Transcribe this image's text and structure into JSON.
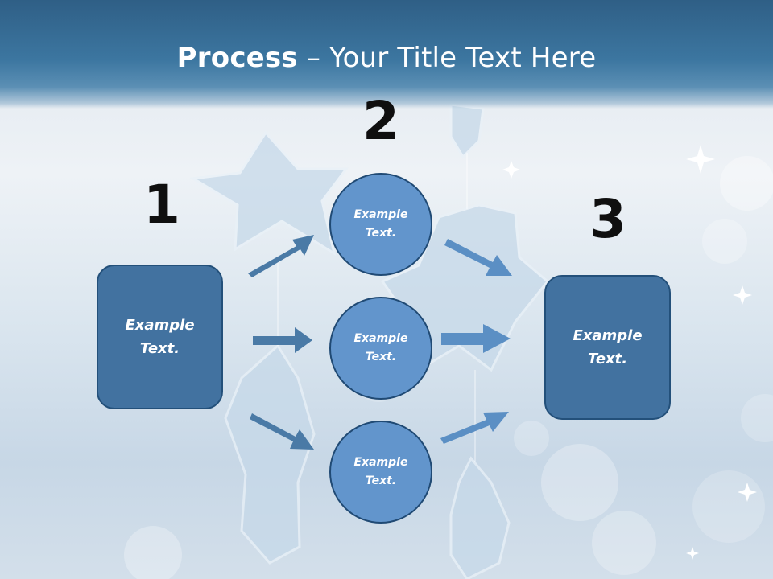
{
  "title": {
    "bold": "Process",
    "dash": "–",
    "rest": "Your Title Text Here"
  },
  "steps": [
    {
      "number": "1",
      "label": "Example\nText."
    },
    {
      "number": "2"
    },
    {
      "number": "3",
      "label": "Example\nText."
    }
  ],
  "circles": [
    {
      "label": "Example\nText."
    },
    {
      "label": "Example\nText."
    },
    {
      "label": "Example\nText."
    }
  ],
  "colors": {
    "header": "#3c76a0",
    "box_fill": "#4272a0",
    "circle_fill": "#6295cc",
    "arrow_fill": "#4a7aa6",
    "number_text": "#0f0f0f"
  }
}
